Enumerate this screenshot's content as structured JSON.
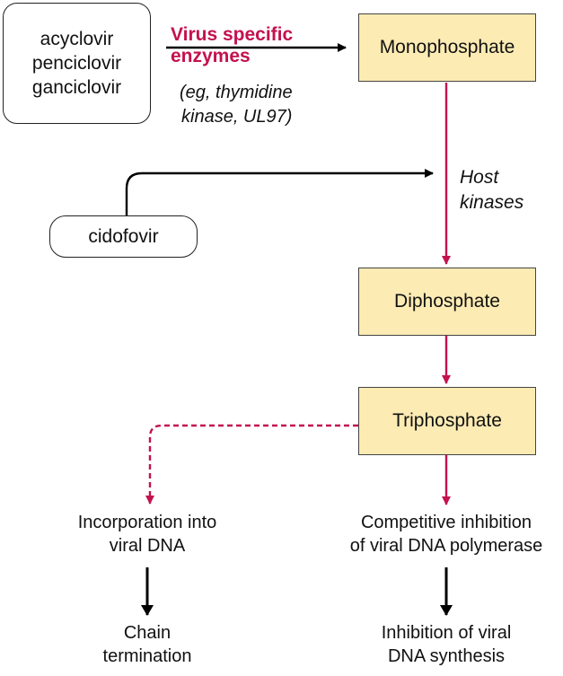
{
  "colors": {
    "accent_red": "#c4114f",
    "box_fill": "#fcebb3",
    "black": "#000000"
  },
  "sources": {
    "drug_group": [
      "acyclovir",
      "penciclovir",
      "ganciclovir"
    ],
    "cidofovir": "cidofovir"
  },
  "enzymes": {
    "label_line1": "Virus specific",
    "label_line2": "enzymes",
    "example_line1": "(eg, thymidine",
    "example_line2": "kinase, UL97)"
  },
  "host": {
    "line1": "Host",
    "line2": "kinases"
  },
  "steps": {
    "monophosphate": "Monophosphate",
    "diphosphate": "Diphosphate",
    "triphosphate": "Triphosphate"
  },
  "outcomes": {
    "left": {
      "line1": "Incorporation into",
      "line2": "viral DNA",
      "result_line1": "Chain",
      "result_line2": "termination"
    },
    "right": {
      "line1": "Competitive inhibition",
      "line2": "of viral DNA polymerase",
      "result_line1": "Inhibition of viral",
      "result_line2": "DNA synthesis"
    }
  }
}
